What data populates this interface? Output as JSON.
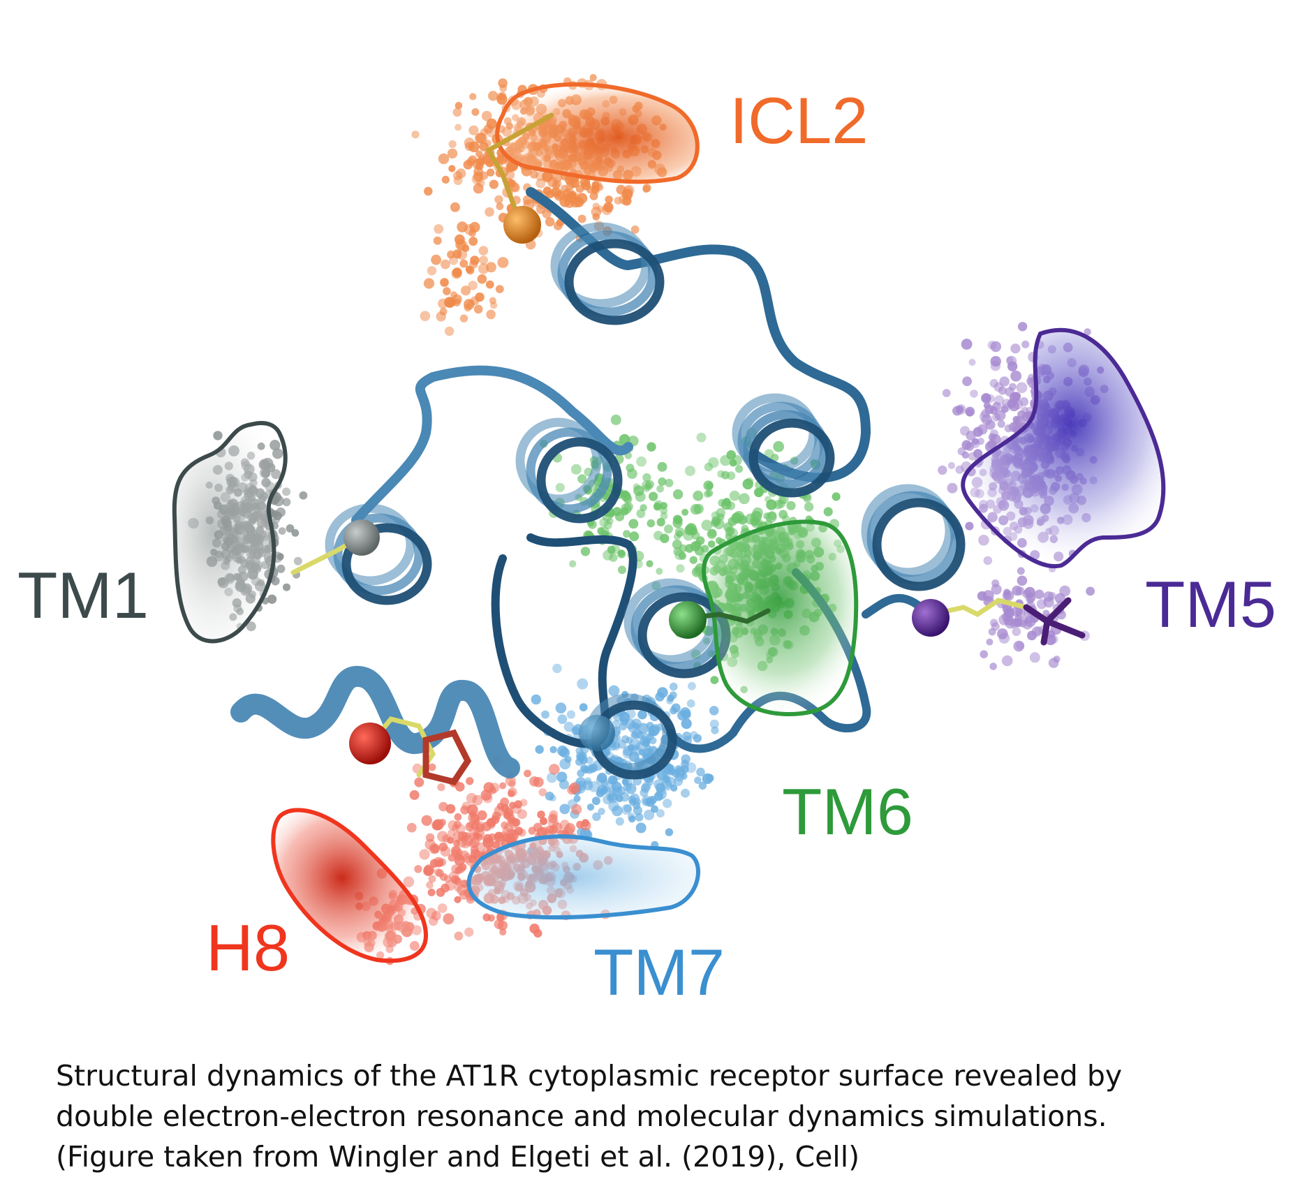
{
  "labels": [
    {
      "id": "icl2",
      "text": "ICL2",
      "color": "#f06a2a"
    },
    {
      "id": "tm1",
      "text": "TM1",
      "color": "#3d4a4b"
    },
    {
      "id": "tm5",
      "text": "TM5",
      "color": "#4b2a95"
    },
    {
      "id": "tm6",
      "text": "TM6",
      "color": "#2e9a3a"
    },
    {
      "id": "tm7",
      "text": "TM7",
      "color": "#3a8fd0"
    },
    {
      "id": "h8",
      "text": "H8",
      "color": "#f0351e"
    }
  ],
  "colors": {
    "helix": "#4a88b5",
    "helix_dark": "#1f4f75",
    "icl2": "#f08a4a",
    "tm1": "#8a9090",
    "tm5": "#a78ad0",
    "tm6": "#6cc36a",
    "tm7": "#6aaee0",
    "h8": "#f07a6a"
  },
  "caption": {
    "line1": "Structural dynamics of the AT1R cytoplasmic receptor surface revealed by",
    "line2": "double electron-electron resonance and molecular dynamics simulations.",
    "line3": "(Figure taken from Wingler and Elgeti et al. (2019), Cell)"
  }
}
